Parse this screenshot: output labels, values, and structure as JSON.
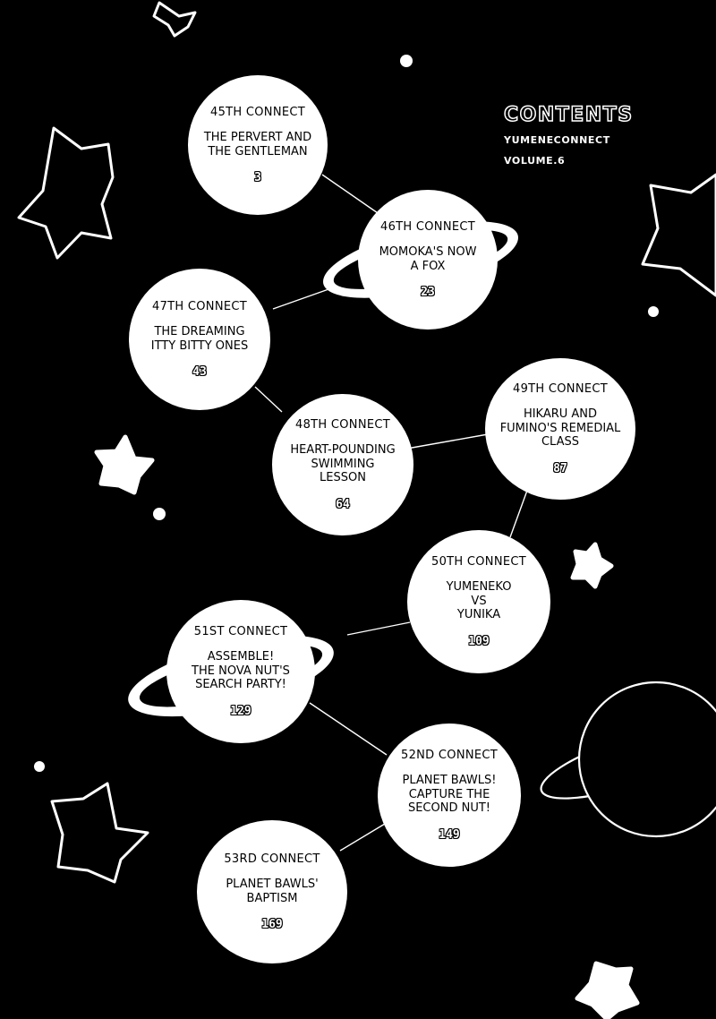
{
  "header": {
    "title": "CONTENTS",
    "series": "YUMENECONNECT",
    "volume": "VOLUME.6"
  },
  "chapters": [
    {
      "number": "45TH CONNECT",
      "title": "THE PERVERT AND\nTHE GENTLEMAN",
      "page": "3"
    },
    {
      "number": "46TH CONNECT",
      "title": "MOMOKA'S NOW\nA FOX",
      "page": "23"
    },
    {
      "number": "47TH CONNECT",
      "title": "THE DREAMING\nITTY BITTY ONES",
      "page": "43"
    },
    {
      "number": "48TH CONNECT",
      "title": "HEART-POUNDING\nSWIMMING\nLESSON",
      "page": "64"
    },
    {
      "number": "49TH CONNECT",
      "title": "HIKARU AND\nFUMINO'S REMEDIAL\nCLASS",
      "page": "87"
    },
    {
      "number": "50TH CONNECT",
      "title": "YUMENEKO\nVS\nYUNIKA",
      "page": "109"
    },
    {
      "number": "51ST CONNECT",
      "title": "ASSEMBLE!\nTHE NOVA NUT'S\nSEARCH PARTY!",
      "page": "129"
    },
    {
      "number": "52ND CONNECT",
      "title": "PLANET BAWLS!\nCAPTURE THE\nSECOND NUT!",
      "page": "149"
    },
    {
      "number": "53RD CONNECT",
      "title": "PLANET BAWLS'\nBAPTISM",
      "page": "169"
    }
  ],
  "colors": {
    "background": "#000000",
    "foreground": "#ffffff",
    "text": "#000000"
  }
}
